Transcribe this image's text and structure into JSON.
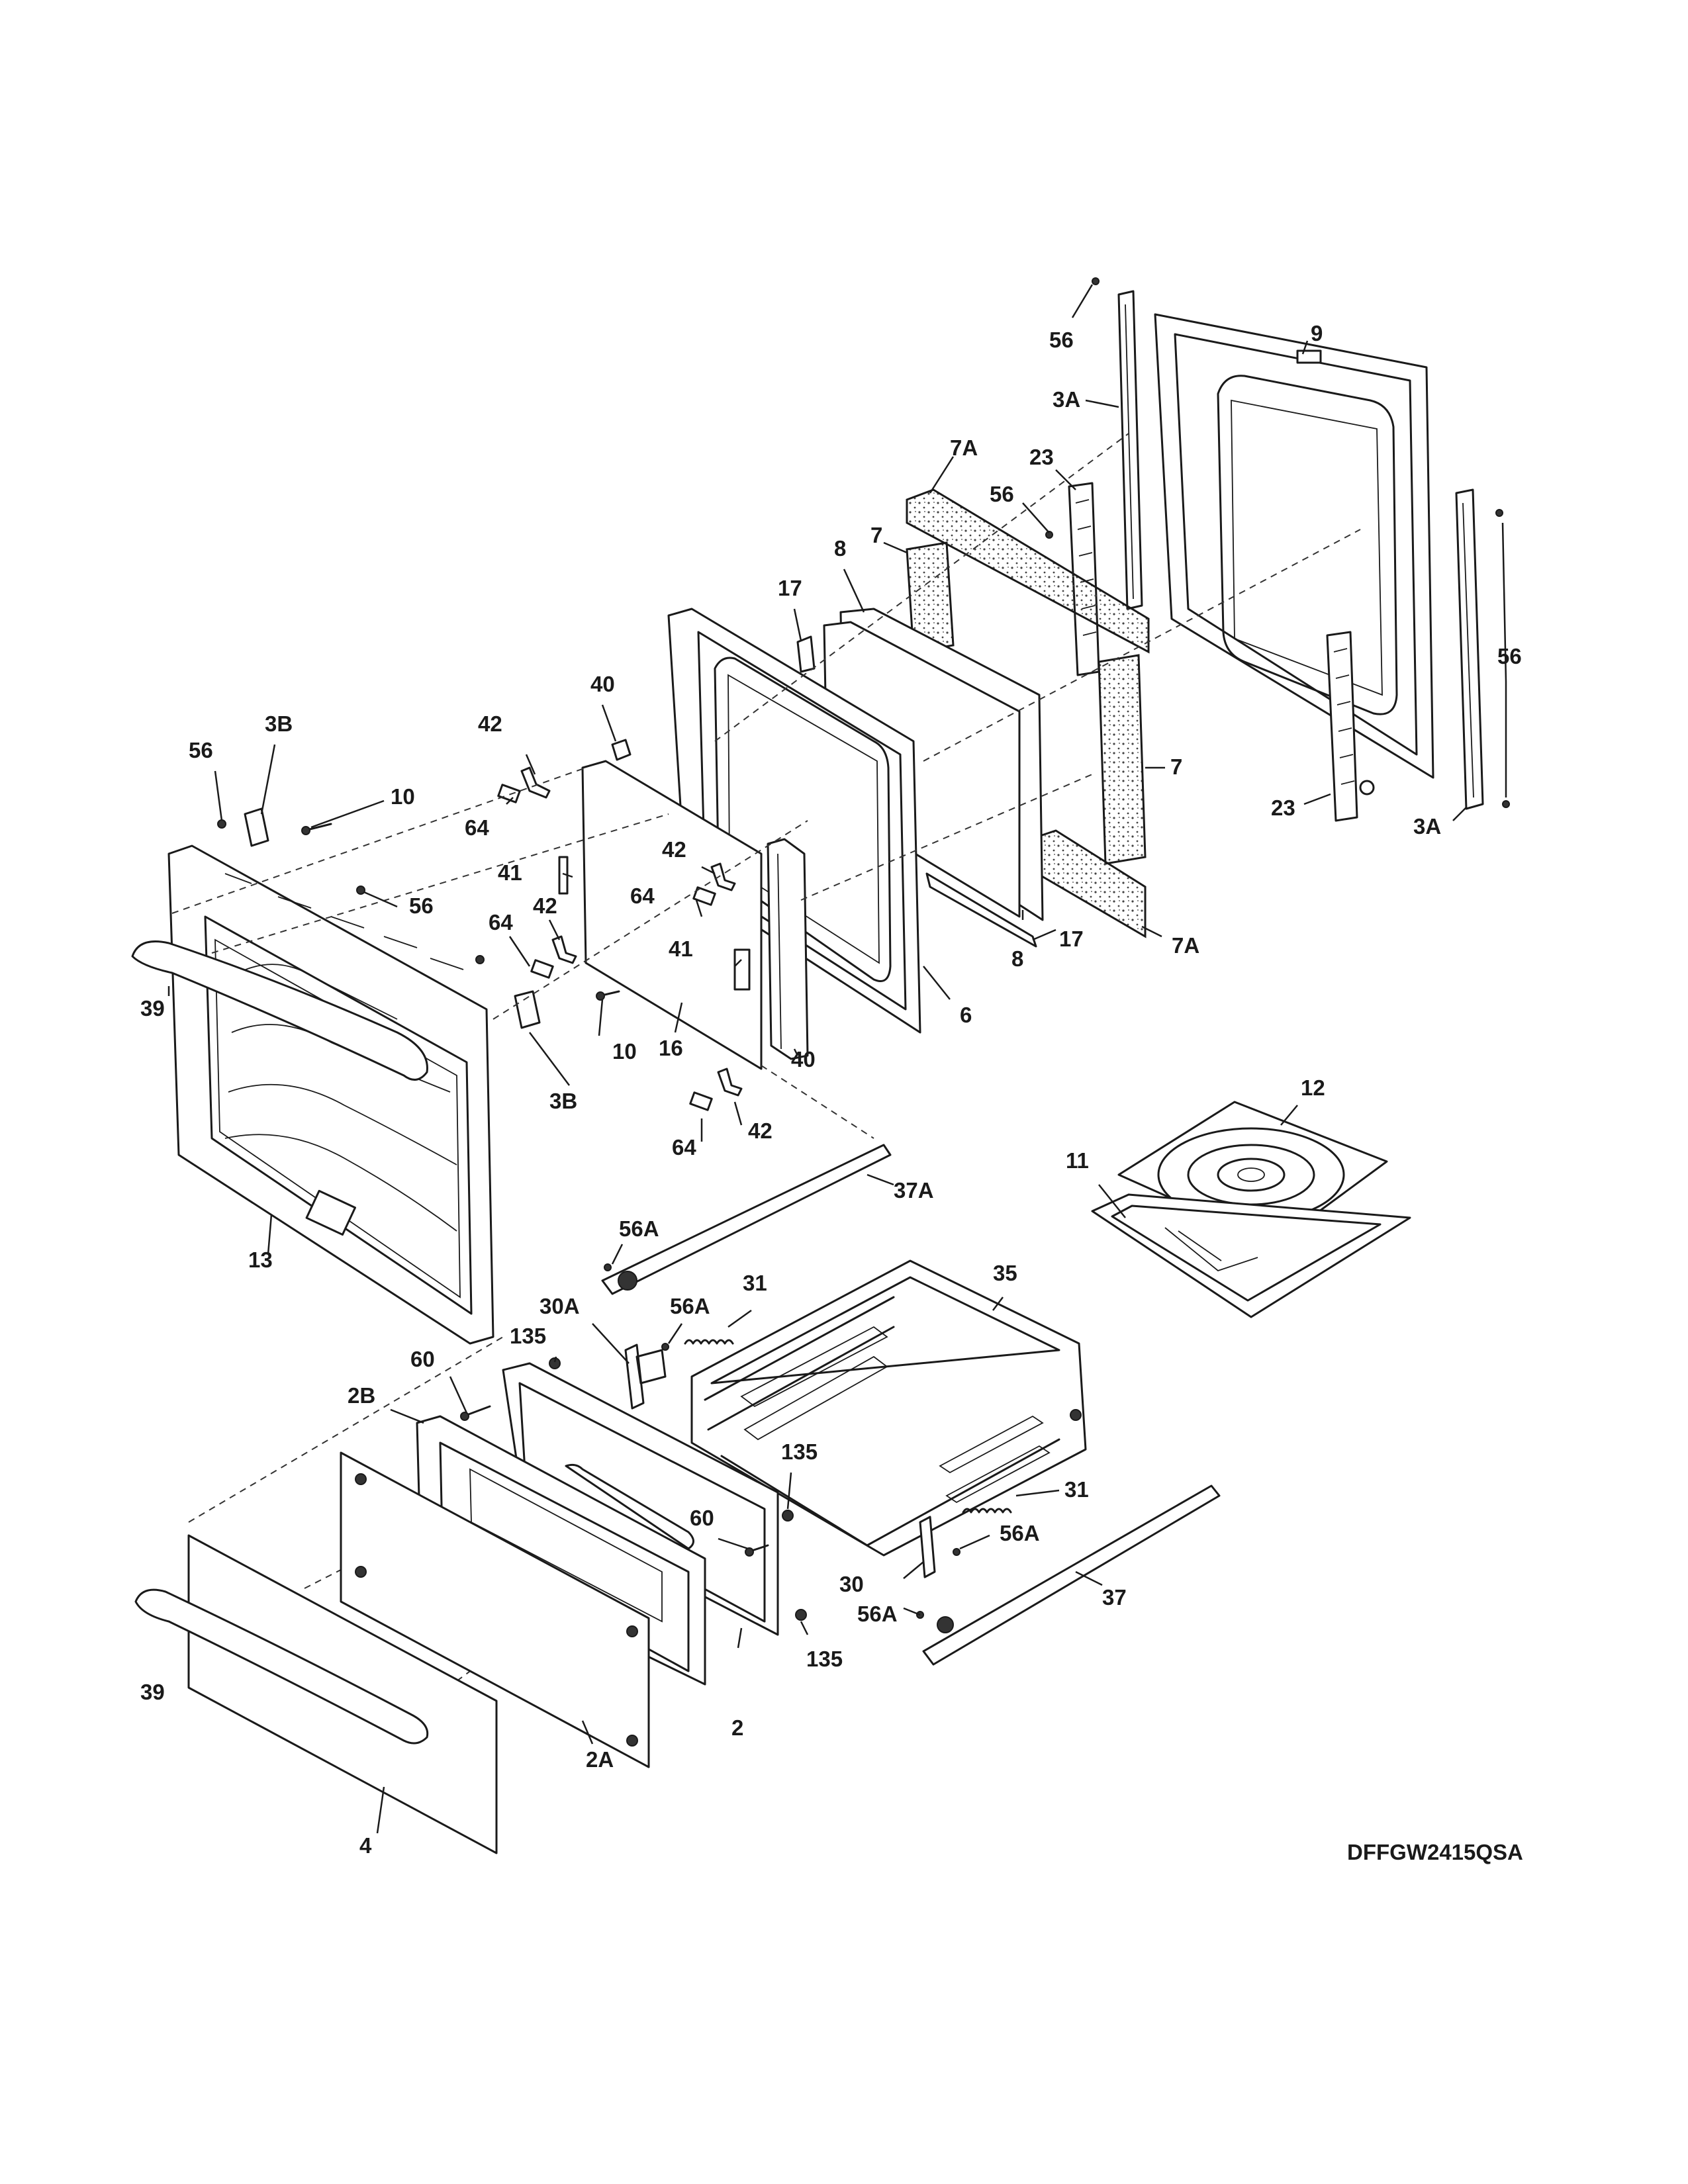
{
  "diagram": {
    "model_code": "DFFGW2415QSA",
    "callouts": [
      {
        "id": "56-top",
        "text": "56"
      },
      {
        "id": "9",
        "text": "9"
      },
      {
        "id": "3A-top",
        "text": "3A"
      },
      {
        "id": "7A-top",
        "text": "7A"
      },
      {
        "id": "23-top",
        "text": "23"
      },
      {
        "id": "56-mid",
        "text": "56"
      },
      {
        "id": "7-left",
        "text": "7"
      },
      {
        "id": "8-top",
        "text": "8"
      },
      {
        "id": "17-top",
        "text": "17"
      },
      {
        "id": "56-right",
        "text": "56"
      },
      {
        "id": "40-top",
        "text": "40"
      },
      {
        "id": "3B-top",
        "text": "3B"
      },
      {
        "id": "56-left",
        "text": "56"
      },
      {
        "id": "42-a",
        "text": "42"
      },
      {
        "id": "10-top",
        "text": "10"
      },
      {
        "id": "7-right",
        "text": "7"
      },
      {
        "id": "23-bottom",
        "text": "23"
      },
      {
        "id": "3A-bottom",
        "text": "3A"
      },
      {
        "id": "64-a",
        "text": "64"
      },
      {
        "id": "42-b",
        "text": "42"
      },
      {
        "id": "41-a",
        "text": "41"
      },
      {
        "id": "56-door",
        "text": "56"
      },
      {
        "id": "64-b",
        "text": "64"
      },
      {
        "id": "42-c",
        "text": "42"
      },
      {
        "id": "64-c",
        "text": "64"
      },
      {
        "id": "17-bottom",
        "text": "17"
      },
      {
        "id": "7A-bottom",
        "text": "7A"
      },
      {
        "id": "41-b",
        "text": "41"
      },
      {
        "id": "8-bottom",
        "text": "8"
      },
      {
        "id": "39-top",
        "text": "39"
      },
      {
        "id": "6",
        "text": "6"
      },
      {
        "id": "10-bottom",
        "text": "10"
      },
      {
        "id": "16",
        "text": "16"
      },
      {
        "id": "40-bottom",
        "text": "40"
      },
      {
        "id": "3B-bottom",
        "text": "3B"
      },
      {
        "id": "12",
        "text": "12"
      },
      {
        "id": "42-d",
        "text": "42"
      },
      {
        "id": "64-d",
        "text": "64"
      },
      {
        "id": "11",
        "text": "11"
      },
      {
        "id": "37A",
        "text": "37A"
      },
      {
        "id": "13",
        "text": "13"
      },
      {
        "id": "56A-a",
        "text": "56A"
      },
      {
        "id": "35",
        "text": "35"
      },
      {
        "id": "31-top",
        "text": "31"
      },
      {
        "id": "30A",
        "text": "30A"
      },
      {
        "id": "56A-b",
        "text": "56A"
      },
      {
        "id": "135-a",
        "text": "135"
      },
      {
        "id": "60-a",
        "text": "60"
      },
      {
        "id": "2B",
        "text": "2B"
      },
      {
        "id": "135-b",
        "text": "135"
      },
      {
        "id": "31-bottom",
        "text": "31"
      },
      {
        "id": "60-b",
        "text": "60"
      },
      {
        "id": "56A-c",
        "text": "56A"
      },
      {
        "id": "30",
        "text": "30"
      },
      {
        "id": "37",
        "text": "37"
      },
      {
        "id": "39-bottom",
        "text": "39"
      },
      {
        "id": "56A-d",
        "text": "56A"
      },
      {
        "id": "135-c",
        "text": "135"
      },
      {
        "id": "2",
        "text": "2"
      },
      {
        "id": "2A",
        "text": "2A"
      },
      {
        "id": "4",
        "text": "4"
      }
    ]
  }
}
